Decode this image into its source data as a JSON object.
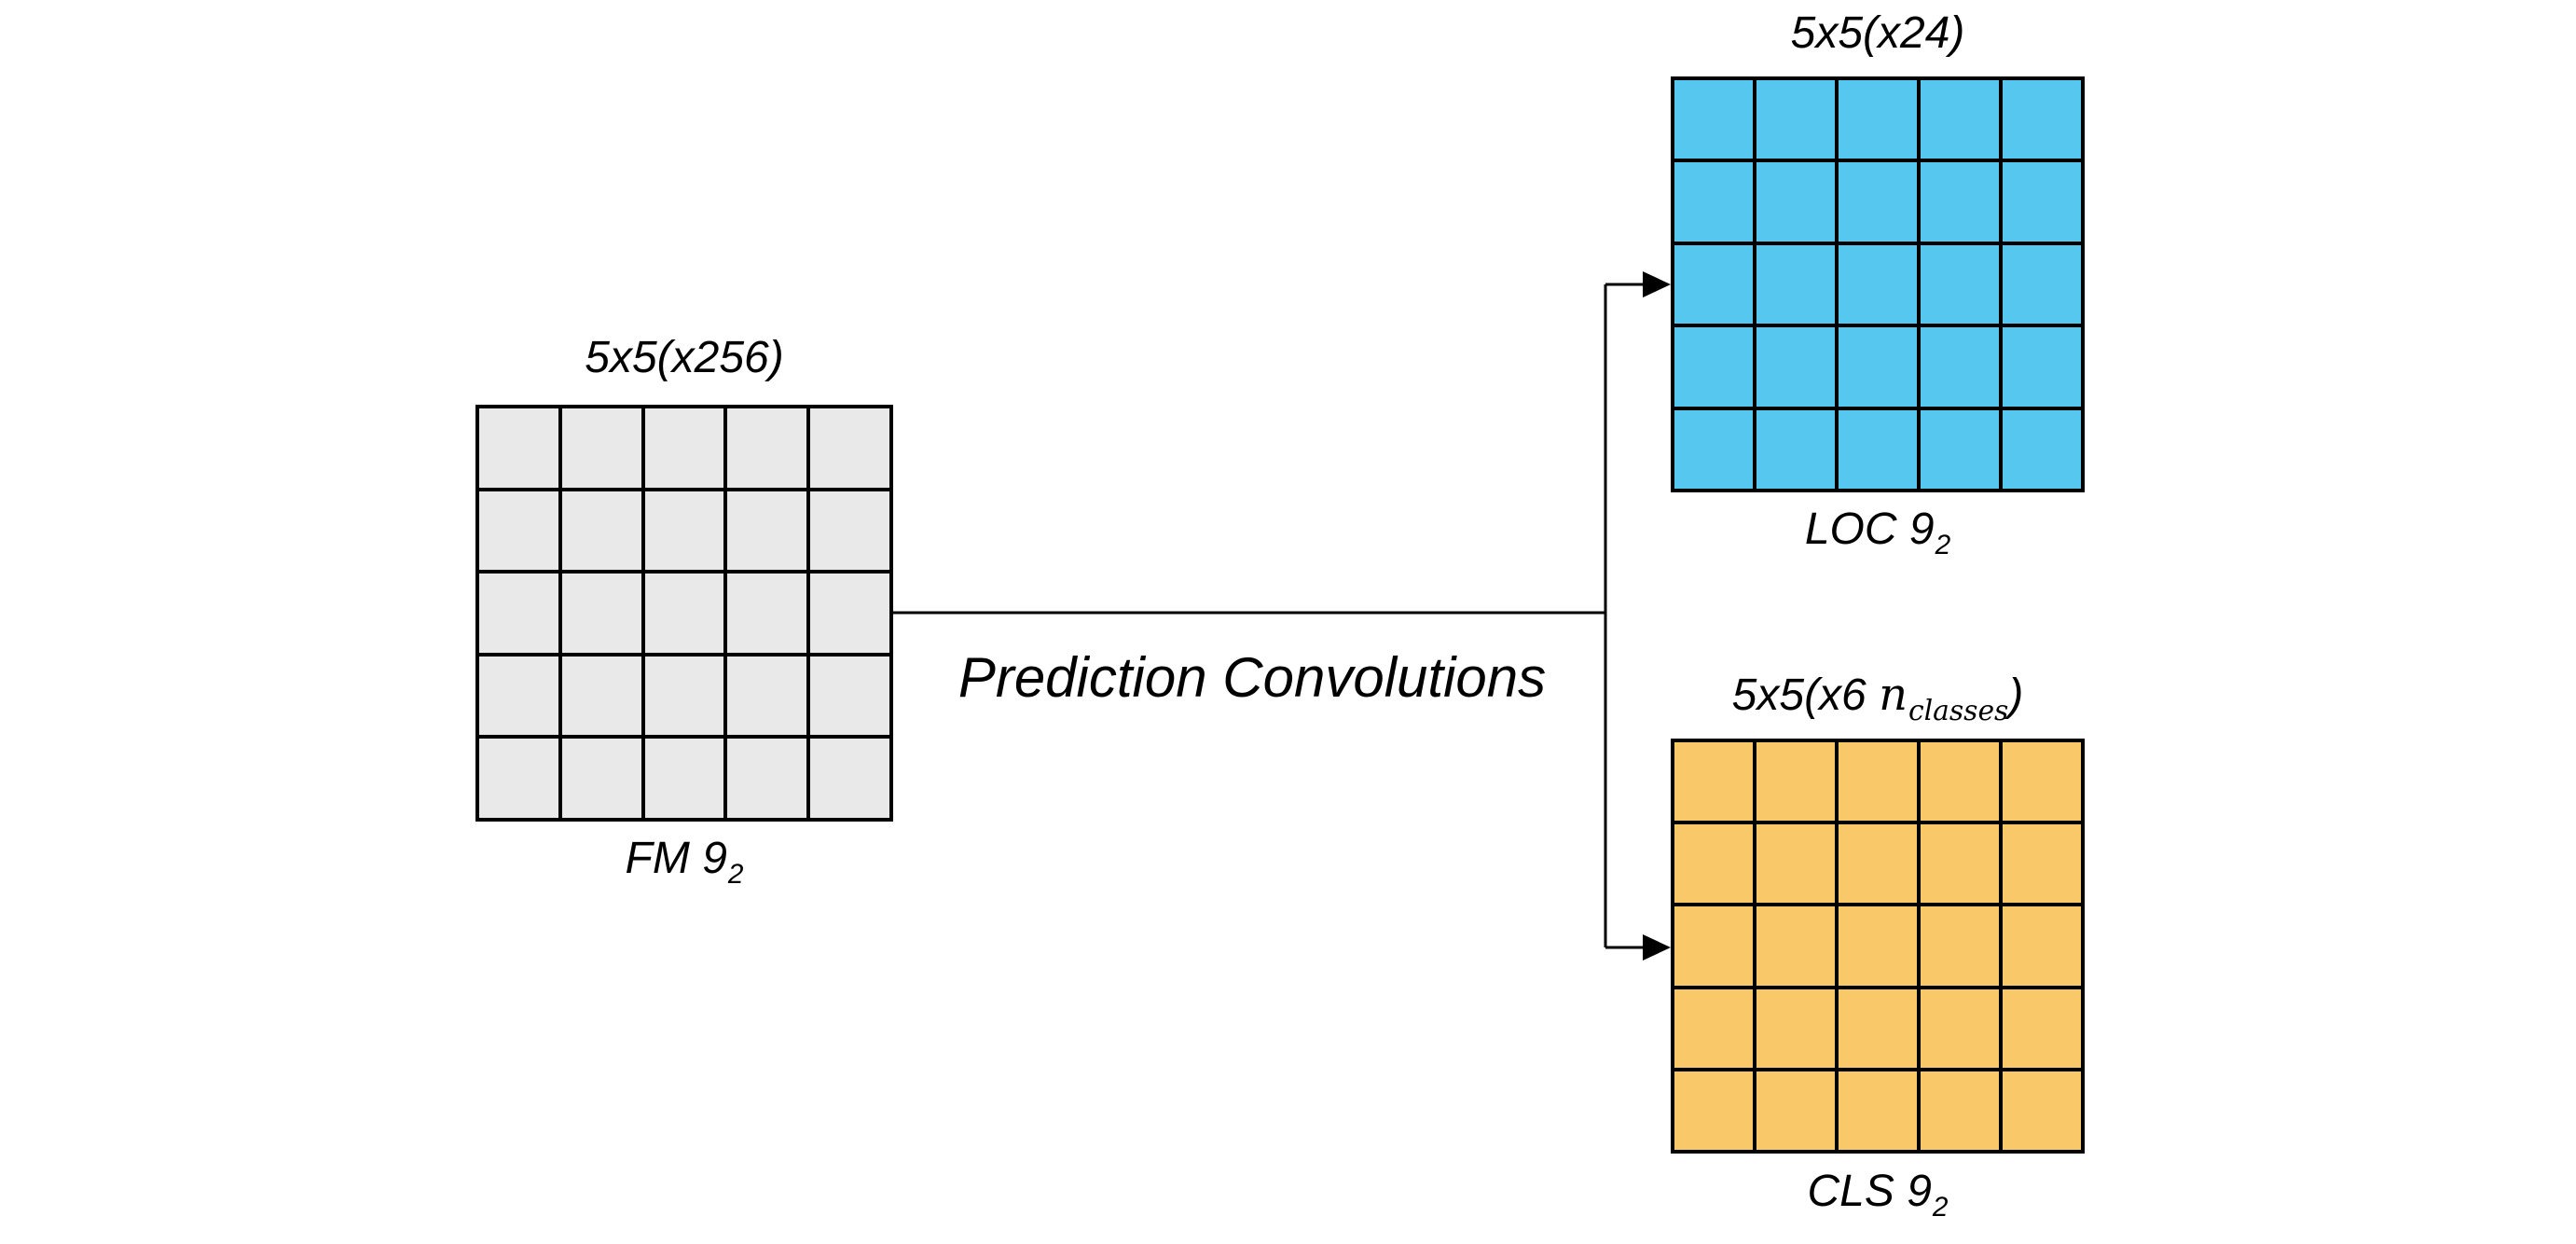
{
  "title": "Prediction Convolutions",
  "fm": {
    "top_label": "5x5(x256)",
    "name": "FM 9",
    "name_sub": "2",
    "grid": {
      "rows": 5,
      "cols": 5,
      "cell_color": "#E9E9E9",
      "line_color": "#000000"
    }
  },
  "loc": {
    "top_label": "5x5(x24)",
    "name": "LOC 9",
    "name_sub": "2",
    "grid": {
      "rows": 5,
      "cols": 5,
      "cell_color": "#56C8F0",
      "line_color": "#000000"
    }
  },
  "cls": {
    "top_label_prefix": "5x5(x6 ",
    "top_label_var": "n",
    "top_label_var_sub": "classes",
    "top_label_suffix": ")",
    "name": "CLS 9",
    "name_sub": "2",
    "grid": {
      "rows": 5,
      "cols": 5,
      "cell_color": "#F9C868",
      "line_color": "#000000"
    }
  },
  "connector": {
    "color": "#000000"
  }
}
